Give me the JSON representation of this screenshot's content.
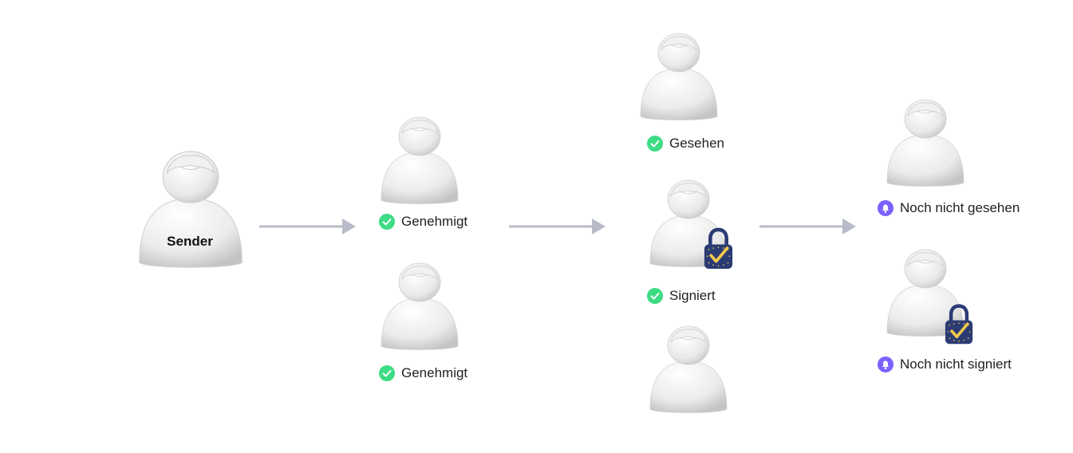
{
  "sender": {
    "label": "Sender"
  },
  "stage1": [
    {
      "status": "Genehmigt",
      "state": "done"
    },
    {
      "status": "Genehmigt",
      "state": "done"
    }
  ],
  "stage2": [
    {
      "status": "Gesehen",
      "state": "done"
    },
    {
      "status": "Signiert",
      "state": "done",
      "lock": true
    },
    {
      "status": "",
      "state": "none"
    }
  ],
  "stage3": [
    {
      "status": "Noch nicht gesehen",
      "state": "pending"
    },
    {
      "status": "Noch nicht signiert",
      "state": "pending",
      "lock": true
    }
  ],
  "colors": {
    "done": "#3ddc84",
    "pending": "#7b61ff",
    "arrow": "#b8bcc8",
    "lock_body": "#2b3b73",
    "lock_check": "#f2c94c"
  },
  "icons": {
    "done": "check-circle-icon",
    "pending": "bell-icon",
    "lock": "padlock-check-icon",
    "person": "person-avatar-icon"
  }
}
